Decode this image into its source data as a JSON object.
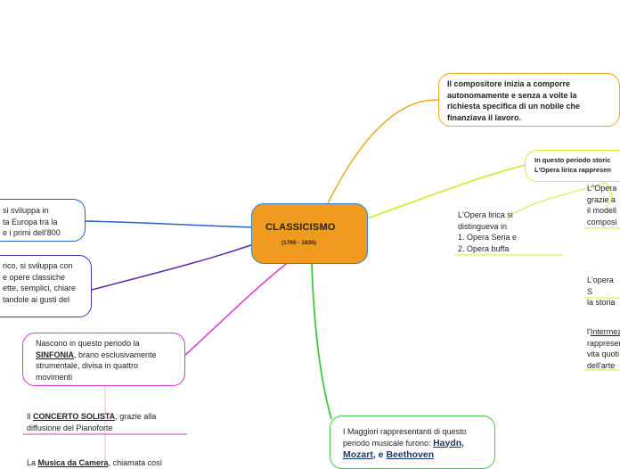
{
  "central": {
    "title": "CLASSICISMO",
    "dates": "(1760 - 1830)"
  },
  "top_right": {
    "line1": "Il compositore inizia a comporre",
    "line2": "autonomamente e senza a volte la",
    "line3": "richiesta specifica di un nobile che",
    "line4": "finanziava il lavoro."
  },
  "opera": {
    "line1": "In questo periodo storic",
    "line2": "L'Opera lirica rappresen",
    "forms": {
      "line1": "L'Opera lirica si",
      "line2": "distingueva in",
      "line3": "1. Opera Seria e",
      "line4": "2. Opera buffa"
    },
    "right1": {
      "line1": "L\"Opera",
      "line2": "grazie a",
      "line3": "il modell",
      "line4": "composi"
    },
    "right2": {
      "line1": "L'opera S",
      "line2": "la storia"
    },
    "right3": {
      "line1_prefix": "l'",
      "line1_ul": "Intermez",
      "line2": "rappresen",
      "line3": "vita quoti",
      "line4": "dell'arte"
    }
  },
  "left1": {
    "line1": "si sviluppa in",
    "line2": "ta Europa tra la",
    "line3": "e i primi dell'800"
  },
  "left2": {
    "line1": "rico, si sviluppa con",
    "line2": "e opere classiche",
    "line3": "ette, semplici, chiare",
    "line4": "tandole ai gusti del"
  },
  "sinfonia": {
    "line1": "Nascono in questo periodo la",
    "keyword": "SINFONIA",
    "line2_rest": ", brano esclusivamente",
    "line3": "strumentale, divisa in quattro",
    "line4": "movimenti"
  },
  "concerto": {
    "prefix": "Il ",
    "keyword": "CONCERTO SOLISTA",
    "rest": ", grazie alla",
    "line2": "diffusione del Pianoforte"
  },
  "camera": {
    "prefix": "La ",
    "keyword": "Musica da Camera",
    "rest": ", chiamata così"
  },
  "composers": {
    "line1": "I Maggiori rappresentanti di questo",
    "line2": "periodo musicale furono: ",
    "name1": "Haydn",
    "sep1": ",",
    "name2": "Mozart",
    "sep2": ", e ",
    "name3": "Beethoven"
  },
  "colors": {
    "central_fill": "#f09a1f",
    "central_border": "#2a86d6",
    "orange": "#f5a623",
    "yellow_green": "#d9ea3a",
    "blue": "#2a62c9",
    "purple": "#5b2aa7",
    "magenta": "#d63ad2",
    "green": "#3ec93e"
  }
}
